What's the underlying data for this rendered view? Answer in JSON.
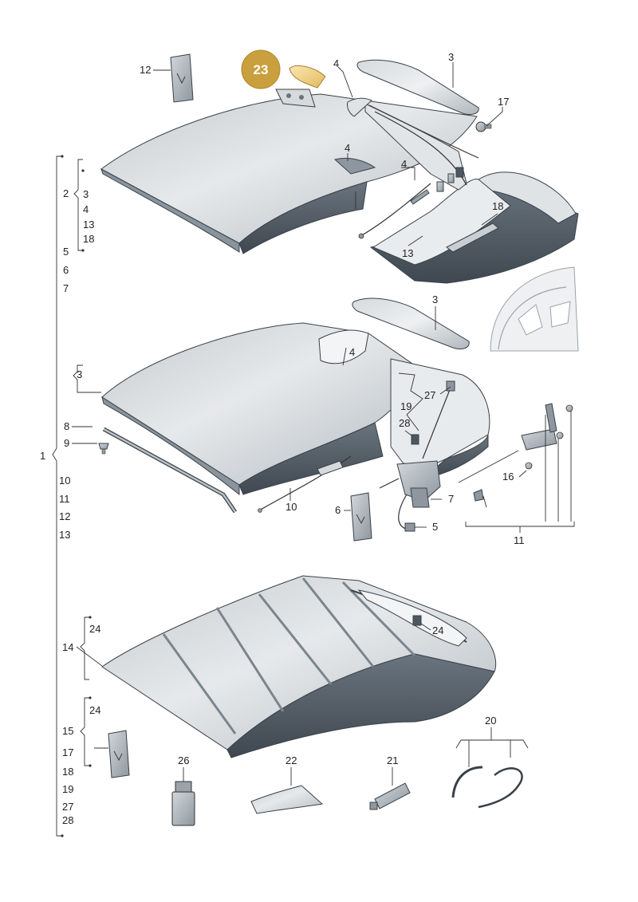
{
  "colors": {
    "background": "#ffffff",
    "part_light": "#dfe3e6",
    "part_mid": "#b9c0c6",
    "part_dark": "#4d5761",
    "highlight": "#c9a03d",
    "highlight_part": "#f2d58a",
    "line": "#333333"
  },
  "highlight": {
    "number": "23"
  },
  "sections": {
    "top": {
      "c12": "12",
      "c3": "3",
      "c4a": "4",
      "c17": "17",
      "c4b": "4",
      "c4c": "4",
      "c18": "18",
      "c13": "13"
    },
    "middle": {
      "c3": "3",
      "c4": "4",
      "c27": "27",
      "c19": "19",
      "c28": "28",
      "c8": "8",
      "c9": "9",
      "c10": "10",
      "c6": "6",
      "c7": "7",
      "c5": "5",
      "c16": "16",
      "c11": "11"
    },
    "bottom": {
      "c24": "24",
      "c26": "26",
      "c22": "22",
      "c21": "21",
      "c20": "20"
    }
  },
  "left_index": {
    "root": "1",
    "group2": {
      "label": "2",
      "items": [
        "3",
        "4",
        "13",
        "18"
      ]
    },
    "after2": [
      "5",
      "6",
      "7"
    ],
    "group3": {
      "label": "3"
    },
    "after3": [
      "8",
      "9",
      "10",
      "11",
      "12",
      "13"
    ],
    "group14": {
      "label": "14",
      "items": [
        "24"
      ]
    },
    "group15": {
      "label": "15",
      "items": [
        "24",
        "17",
        "18"
      ]
    },
    "after15": [
      "19",
      "27",
      "28"
    ]
  }
}
